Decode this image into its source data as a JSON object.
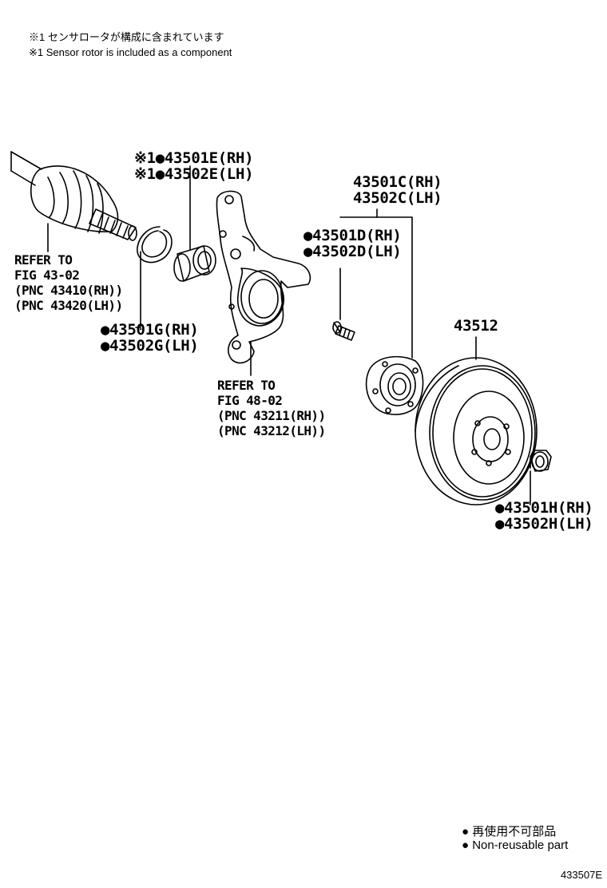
{
  "notes": {
    "jp": "※1 センサロータが構成に含まれています",
    "en": "※1 Sensor rotor is included as a component"
  },
  "labels": {
    "p43501e": "※1●43501E(RH)",
    "p43502e": "※1●43502E(LH)",
    "p43501c": "43501C(RH)",
    "p43502c": "43502C(LH)",
    "p43501d": "●43501D(RH)",
    "p43502d": "●43502D(LH)",
    "p43501g": "●43501G(RH)",
    "p43502g": "●43502G(LH)",
    "p43512": "43512",
    "p43501h": "●43501H(RH)",
    "p43502h": "●43502H(LH)"
  },
  "refs": {
    "driveshaft": [
      "REFER TO",
      "FIG 43-02",
      "(PNC 43410(RH))",
      "(PNC 43420(LH))"
    ],
    "knuckle": [
      "REFER TO",
      "FIG 48-02",
      "(PNC 43211(RH))",
      "(PNC 43212(LH))"
    ]
  },
  "legend": {
    "jp": "● 再使用不可部品",
    "en": "● Non-reusable part"
  },
  "figure_id": "433507E"
}
